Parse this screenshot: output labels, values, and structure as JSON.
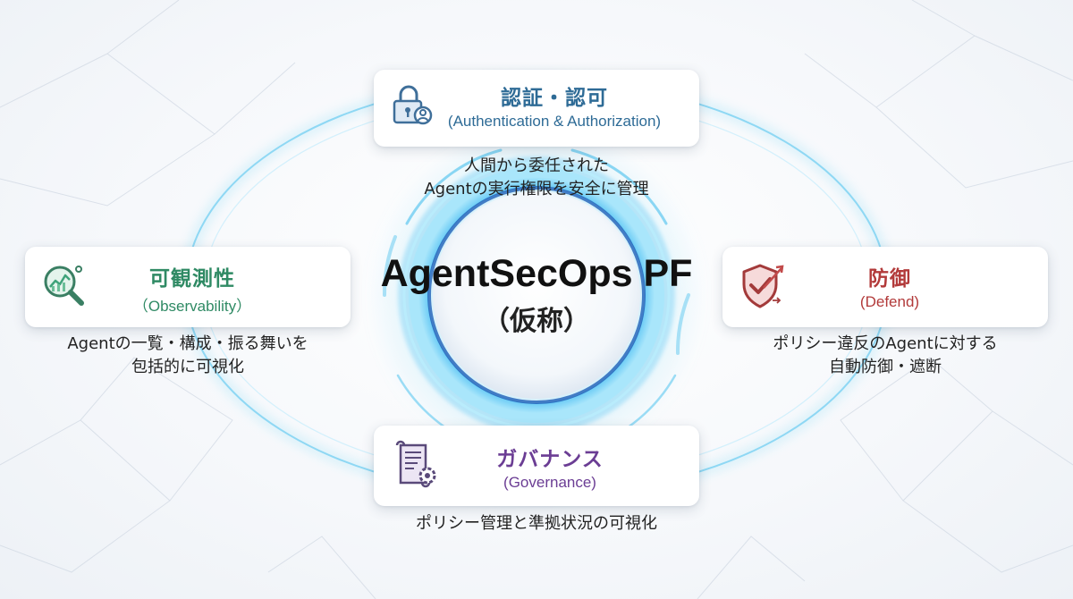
{
  "center": {
    "title": "AgentSecOps PF",
    "subtitle": "（仮称）"
  },
  "cards": {
    "auth": {
      "title": "認証・認可",
      "subtitle": "(Authentication & Authorization)",
      "description": [
        "人間から委任された",
        "Agentの実行権限を安全に管理"
      ],
      "icon": "lock-user-icon",
      "color": "#2e6b96"
    },
    "observability": {
      "title": "可観測性",
      "subtitle": "（Observability）",
      "description": [
        "Agentの一覧・構成・振る舞いを",
        "包括的に可視化"
      ],
      "icon": "magnifier-chart-icon",
      "color": "#2f8a64"
    },
    "defend": {
      "title": "防御",
      "subtitle": "(Defend)",
      "description": [
        "ポリシー違反のAgentに対する",
        "自動防御・遮断"
      ],
      "icon": "shield-check-icon",
      "color": "#b23a3a"
    },
    "governance": {
      "title": "ガバナンス",
      "subtitle": "(Governance)",
      "description": [
        "ポリシー管理と準拠状況の可視化"
      ],
      "icon": "document-gear-icon",
      "color": "#6b3d94"
    }
  }
}
